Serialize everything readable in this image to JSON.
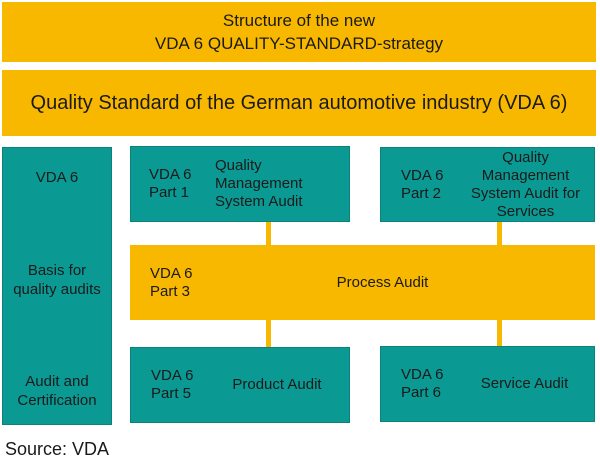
{
  "colors": {
    "gold": "#F9B800",
    "teal": "#0A9A93",
    "teal_border": "#0C827D",
    "text": "#1a1a1a",
    "background": "#ffffff"
  },
  "header": {
    "line1": "Structure of the new",
    "line2": "VDA 6 QUALITY-STANDARD-strategy"
  },
  "subheader": {
    "title": "Quality Standard of the German automotive industry (VDA 6)"
  },
  "left_column": {
    "top": "VDA 6",
    "middle": "Basis for\nquality audits",
    "bottom": "Audit and\nCertification"
  },
  "boxes": [
    {
      "part": "VDA 6\nPart 1",
      "label": "Quality\nManagement\nSystem Audit",
      "color": "teal"
    },
    {
      "part": "VDA 6\nPart 2",
      "label": "Quality Management\nSystem Audit for\nServices",
      "color": "teal"
    },
    {
      "part": "VDA 6\nPart 3",
      "label": "Process Audit",
      "color": "gold"
    },
    {
      "part": "VDA 6\nPart 5",
      "label": "Product Audit",
      "color": "teal"
    },
    {
      "part": "VDA 6\nPart 6",
      "label": "Service Audit",
      "color": "teal"
    }
  ],
  "footer": {
    "source": "Source: VDA"
  }
}
